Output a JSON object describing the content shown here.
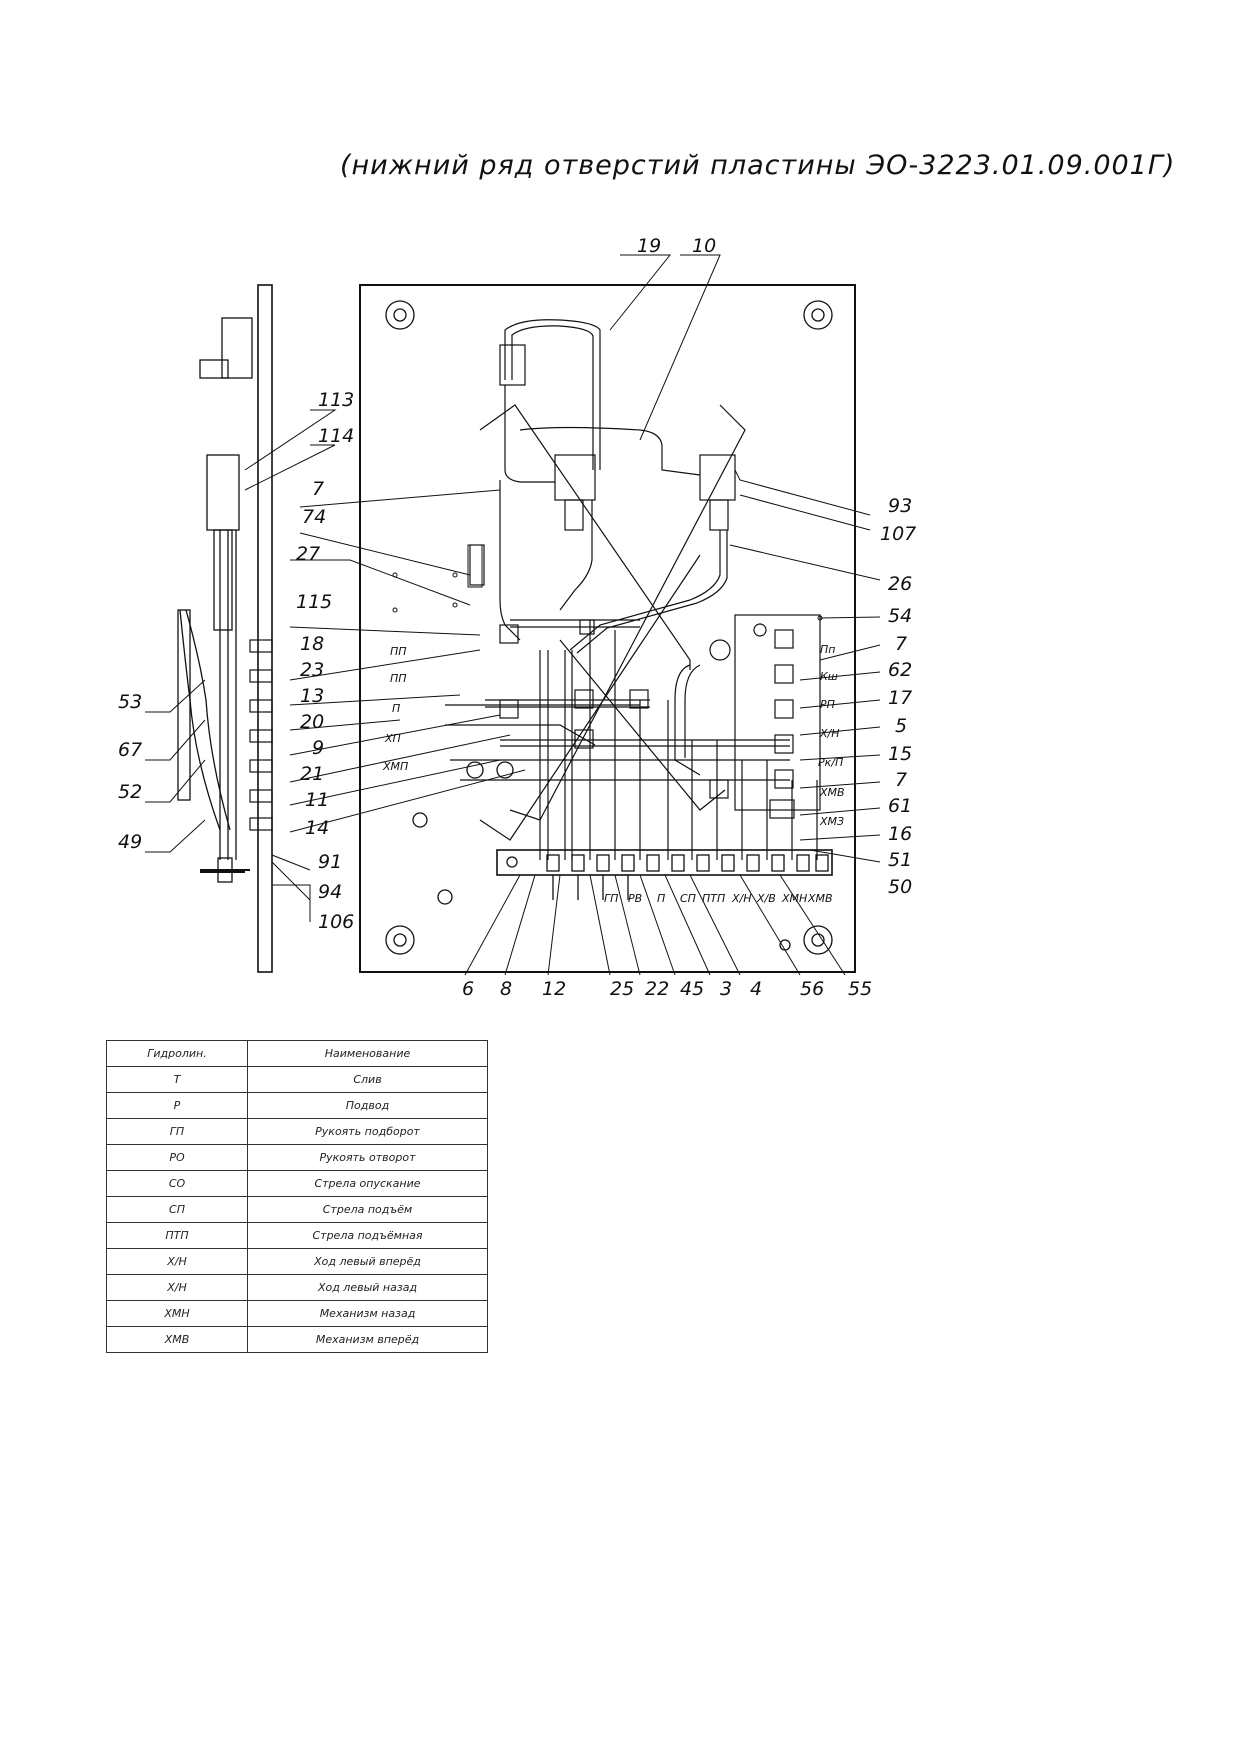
{
  "title": "(нижний ряд отверстий пластины ЭО-3223.01.09.001Г)",
  "callouts": {
    "c19": "19",
    "c10": "10",
    "c113": "113",
    "c114": "114",
    "c7a": "7",
    "c74": "74",
    "c27": "27",
    "c115": "115",
    "c18": "18",
    "c23": "23",
    "c13": "13",
    "c20": "20",
    "c9": "9",
    "c21": "21",
    "c11": "11",
    "c14": "14",
    "c53": "53",
    "c67": "67",
    "c52": "52",
    "c49": "49",
    "c91": "91",
    "c94": "94",
    "c106": "106",
    "c93": "93",
    "c107": "107",
    "c26": "26",
    "c54": "54",
    "c7b": "7",
    "c62": "62",
    "c17": "17",
    "c5": "5",
    "c15": "15",
    "c7c": "7",
    "c61": "61",
    "c16": "16",
    "c51": "51",
    "c50": "50",
    "c6": "6",
    "c8": "8",
    "c12": "12",
    "c25": "25",
    "c22": "22",
    "c45": "45",
    "c3": "3",
    "c4": "4",
    "c56": "56",
    "c55": "55"
  },
  "port_labels": {
    "bottom": [
      "ГП",
      "РВ",
      "П",
      "СП",
      "ПТП",
      "Х/Н",
      "Х/В",
      "ХМН",
      "ХМВ"
    ],
    "left": [
      "ПП",
      "ПП",
      "П",
      "ХП",
      "ХМП"
    ],
    "right": [
      "Пп",
      "Кш",
      "РП",
      "Х/Н",
      "Рк/П",
      "ХМВ",
      "ХМЗ"
    ]
  },
  "legend": {
    "header": [
      "Гидролин.",
      "Наименование"
    ],
    "rows": [
      [
        "Т",
        "Слив"
      ],
      [
        "Р",
        "Подвод"
      ],
      [
        "ГП",
        "Рукоять подборот"
      ],
      [
        "РО",
        "Рукоять отворот"
      ],
      [
        "СО",
        "Стрела опускание"
      ],
      [
        "СП",
        "Стрела подъём"
      ],
      [
        "ПТП",
        "Стрела подъёмная"
      ],
      [
        "Х/Н",
        "Ход левый вперёд"
      ],
      [
        "Х/Н",
        "Ход левый назад"
      ],
      [
        "ХМН",
        "Механизм назад"
      ],
      [
        "ХМВ",
        "Механизм вперёд"
      ]
    ]
  }
}
